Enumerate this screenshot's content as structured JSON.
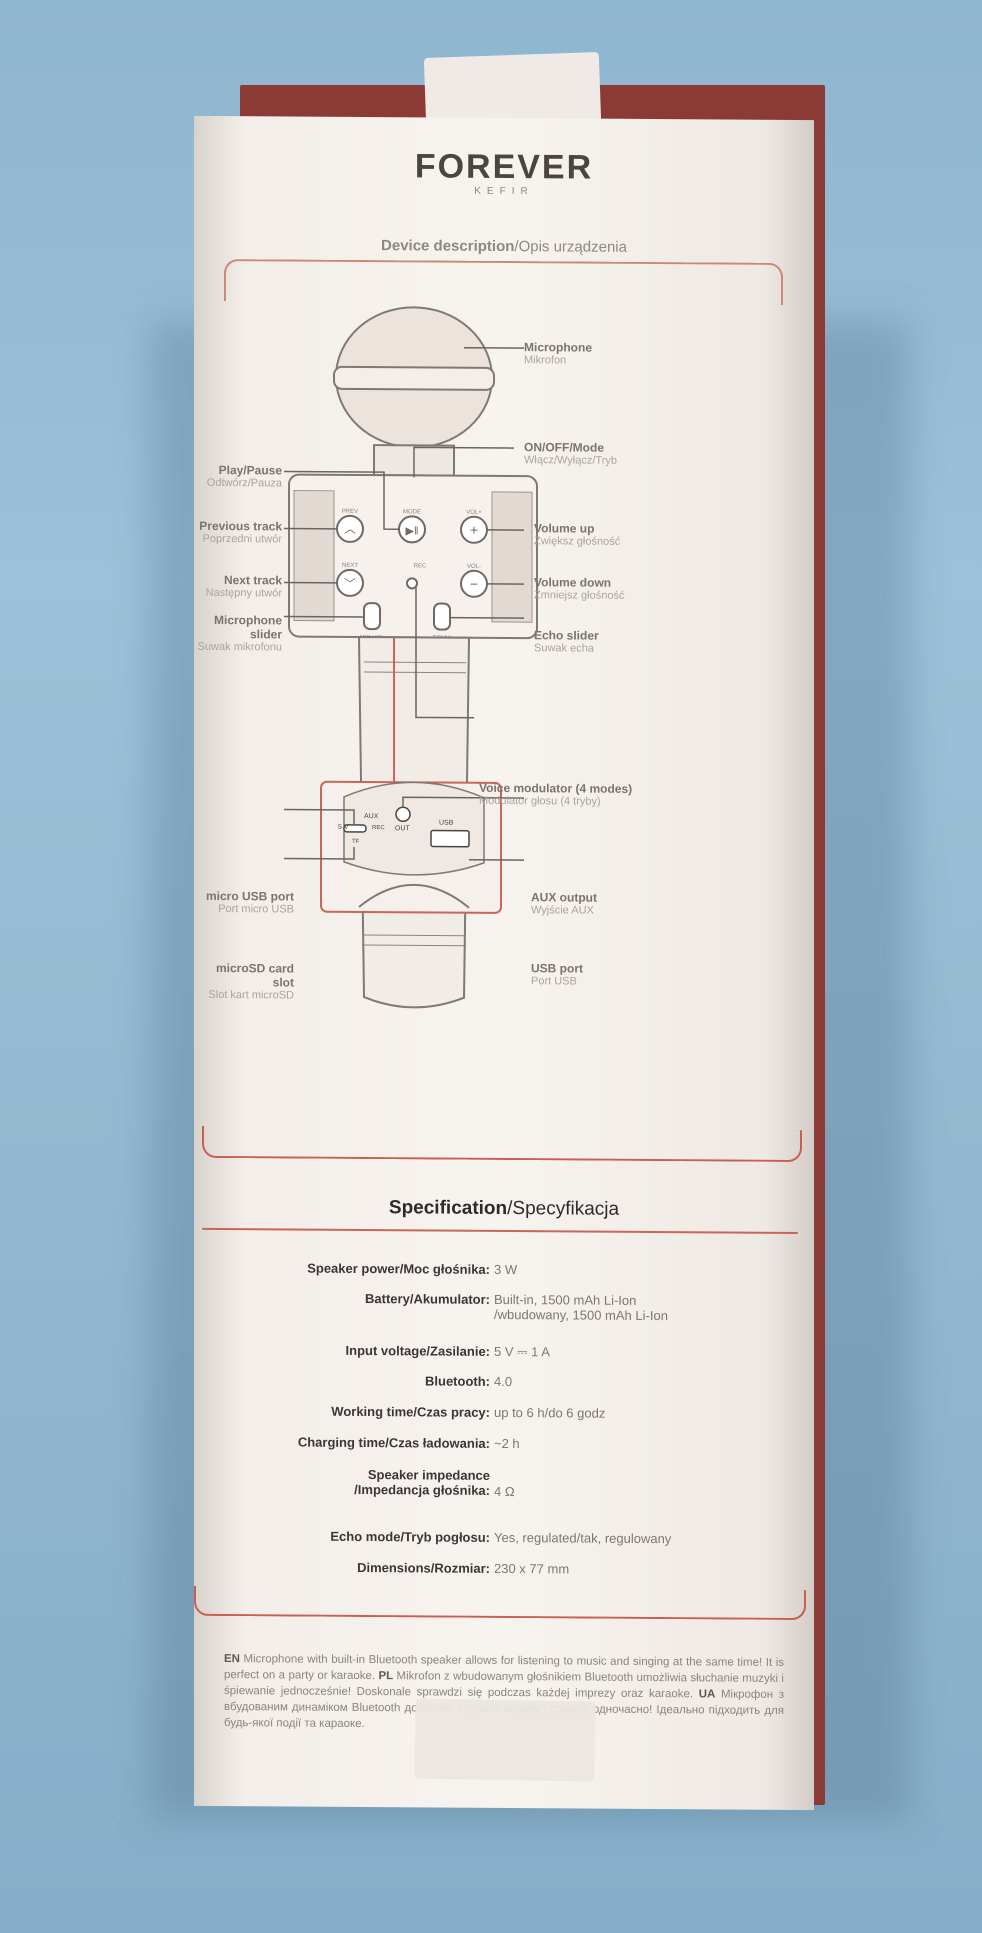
{
  "brand": {
    "logo": "FOREVER",
    "logo_sub": "KEFIR"
  },
  "device_section": {
    "title_en": "Device description",
    "title_pl": "/Opis urządzenia"
  },
  "callouts": {
    "microphone": {
      "en": "Microphone",
      "pl": "Mikrofon"
    },
    "onoff": {
      "en": "ON/OFF/Mode",
      "pl": "Włącz/Wyłącz/Tryb"
    },
    "playpause": {
      "en": "Play/Pause",
      "pl": "Odtwórz/Pauza"
    },
    "prev": {
      "en": "Previous track",
      "pl": "Poprzedni utwór"
    },
    "next": {
      "en": "Next track",
      "pl": "Następny utwór"
    },
    "mic_slider": {
      "en1": "Microphone",
      "en2": "slider",
      "pl": "Suwak mikrofonu"
    },
    "vol_up": {
      "en": "Volume up",
      "pl": "Zwiększ głośność"
    },
    "vol_down": {
      "en": "Volume down",
      "pl": "Zmniejsz głośność"
    },
    "echo": {
      "en": "Echo slider",
      "pl": "Suwak echa"
    },
    "voice_mod": {
      "en": "Voice modulator (4 modes)",
      "pl": "Modulator głosu (4 tryby)"
    },
    "micro_usb": {
      "en": "micro USB port",
      "pl": "Port micro USB"
    },
    "microsd": {
      "en": "microSD card slot",
      "pl": "Slot kart microSD"
    },
    "aux": {
      "en": "AUX output",
      "pl": "Wyjście AUX"
    },
    "usb": {
      "en": "USB port",
      "pl": "Port USB"
    }
  },
  "device_labels": {
    "prev": "PREV",
    "mode": "MODE",
    "volp": "VOL+",
    "next": "NEXT",
    "rec": "REC",
    "volm": "VOL-",
    "micvol": "MIC VOL",
    "remix": "REMIX",
    "aux_small": "AUX",
    "fivev": "5 V",
    "rec2": "REC",
    "tf": "TF",
    "out": "OUT",
    "usb_small": "USB"
  },
  "spec_section": {
    "title_en": "Specification",
    "title_pl": "/Specyfikacja"
  },
  "specs": [
    {
      "k": "Speaker power/Moc głośnika:",
      "v": "3 W"
    },
    {
      "k": "Battery/Akumulator:",
      "v": "Built-in, 1500 mAh Li-Ion",
      "v2": "/wbudowany, 1500 mAh Li-Ion"
    },
    {
      "k": "Input voltage/Zasilanie:",
      "v": "5 V ⎓ 1 A"
    },
    {
      "k": "Bluetooth:",
      "v": "4.0"
    },
    {
      "k": "Working time/Czas pracy:",
      "v": "up to 6 h/do 6 godz"
    },
    {
      "k": "Charging time/Czas ładowania:",
      "v": "~2 h"
    },
    {
      "k": "Speaker impedance",
      "k2": "/Impedancja głośnika:",
      "v": "4 Ω"
    },
    {
      "k": "Echo mode/Tryb pogłosu:",
      "v": "Yes, regulated/tak, regulowany"
    },
    {
      "k": "Dimensions/Rozmiar:",
      "v": "230 x 77 mm"
    }
  ],
  "note": {
    "en_tag": "EN",
    "en": "Microphone with built-in Bluetooth speaker allows for listening to music and singing at the same time! It is perfect on a party or karaoke.",
    "pl_tag": "PL",
    "pl": "Mikrofon z wbudowanym głośnikiem Bluetooth umożliwia słuchanie muzyki i śpiewanie jednocześnie! Doskonale sprawdzi się podczas każdej imprezy oraz karaoke.",
    "ua_tag": "UA",
    "ua": "Мікрофон з вбудованим динаміком Bluetooth дозволяє слухати музику і співати одночасно! Ідеально підходить для будь-якої події та караоке."
  },
  "colors": {
    "accent_red": "#c8665a",
    "brand_red": "#b43a3a",
    "card": "#f5f1ec",
    "background": "#93b9d0"
  }
}
